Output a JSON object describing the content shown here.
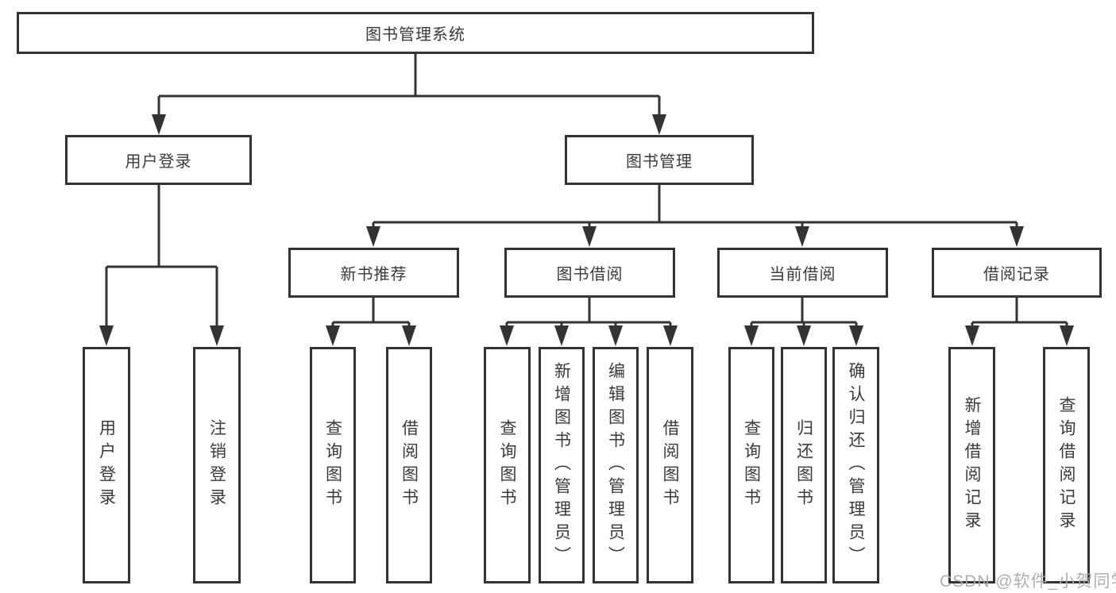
{
  "tree": {
    "label": "图书管理系统",
    "children": [
      {
        "label": "用户登录",
        "children": [
          {
            "label": "用户登录"
          },
          {
            "label": "注销登录"
          }
        ]
      },
      {
        "label": "图书管理",
        "children": [
          {
            "label": "新书推荐",
            "children": [
              {
                "label": "查询图书"
              },
              {
                "label": "借阅图书"
              }
            ]
          },
          {
            "label": "图书借阅",
            "children": [
              {
                "label": "查询图书"
              },
              {
                "label": "新增图书（管理员）"
              },
              {
                "label": "编辑图书（管理员）"
              },
              {
                "label": "借阅图书"
              }
            ]
          },
          {
            "label": "当前借阅",
            "children": [
              {
                "label": "查询图书"
              },
              {
                "label": "归还图书"
              },
              {
                "label": "确认归还（管理员）"
              }
            ]
          },
          {
            "label": "借阅记录",
            "children": [
              {
                "label": "新增借阅记录"
              },
              {
                "label": "查询借阅记录"
              }
            ]
          }
        ]
      }
    ]
  },
  "watermark": {
    "text": "CSDN @软件_小贺同学"
  },
  "colors": {
    "line": "#333333",
    "box_border": "#333333",
    "text": "#3a3a3a",
    "watermark": "#a8a8a8",
    "background": "#ffffff"
  }
}
